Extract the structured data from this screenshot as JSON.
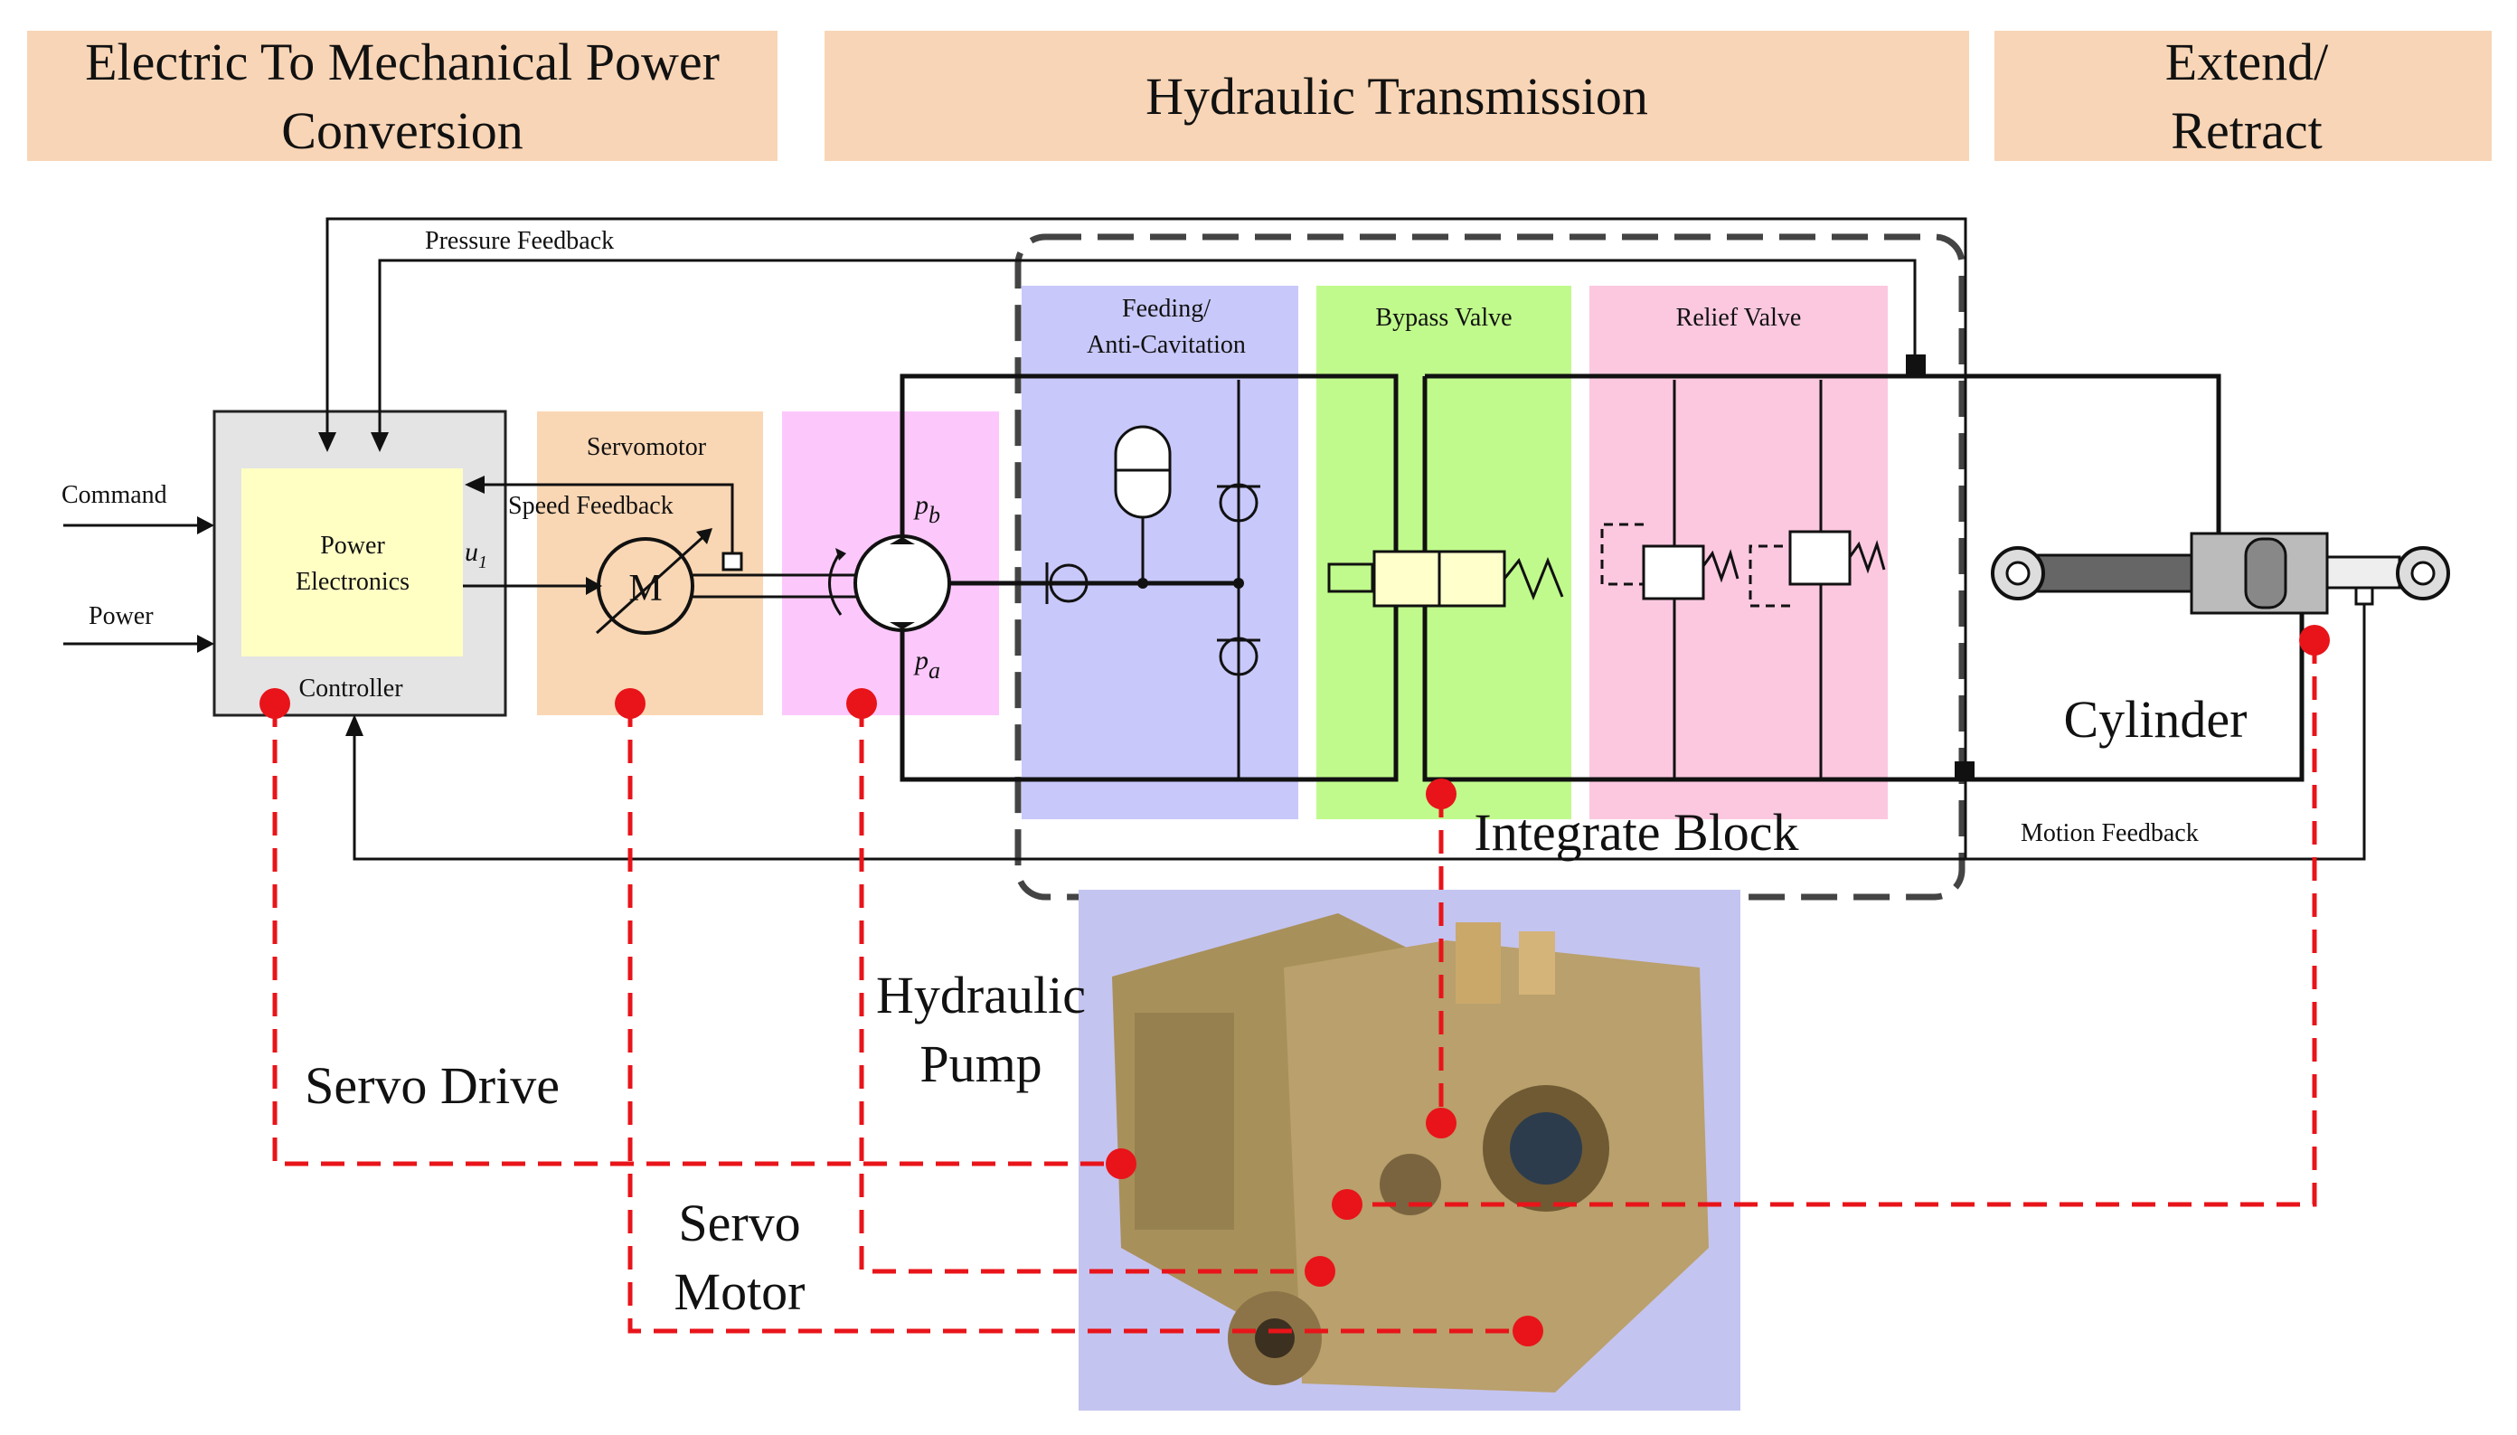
{
  "headers": {
    "electric": [
      "Electric To Mechanical Power",
      "Conversion"
    ],
    "hydraulic": "Hydraulic Transmission",
    "extend": [
      "Extend/",
      "Retract"
    ]
  },
  "signals": {
    "pressure_feedback": "Pressure Feedback",
    "speed_feedback": "Speed Feedback",
    "motion_feedback": "Motion Feedback",
    "command": "Command",
    "power": "Power",
    "u1": "u",
    "u1_sub": "1",
    "pb": "p",
    "pb_sub": "b",
    "pa": "p",
    "pa_sub": "a"
  },
  "blocks": {
    "power_electronics": [
      "Power",
      "Electronics"
    ],
    "controller": "Controller",
    "servomotor": "Servomotor",
    "motor_symbol": "M",
    "feeding": [
      "Feeding/",
      "Anti-Cavitation"
    ],
    "bypass_valve": "Bypass Valve",
    "relief_valve": "Relief Valve",
    "cylinder": "Cylinder",
    "integrate_block": "Integrate Block"
  },
  "callouts": {
    "servo_drive": "Servo Drive",
    "hydraulic_pump": [
      "Hydraulic",
      "Pump"
    ],
    "servo_motor": [
      "Servo",
      "Motor"
    ]
  },
  "colors": {
    "header_bg": "#f8d5b6",
    "controller_bg": "#e4e4e4",
    "power_electronics_bg": "#ffffc4",
    "servomotor_bg": "#fad7b4",
    "pump_bg": "#fcc8fc",
    "feeding_bg": "#c8c8fa",
    "bypass_bg": "#c0fa8c",
    "relief_bg": "#fbc8e0",
    "photo_bg": "#c4c4f0",
    "callout_red": "#e8141a"
  }
}
